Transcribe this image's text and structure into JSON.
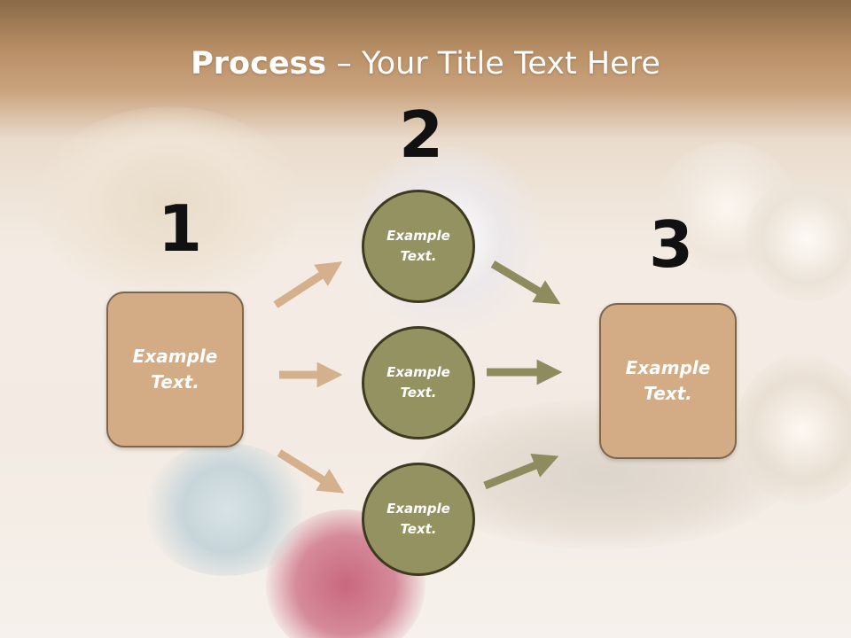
{
  "title": {
    "bold": "Process",
    "rest": " – Your Title Text Here"
  },
  "steps": {
    "n1": "1",
    "n2": "2",
    "n3": "3"
  },
  "left_box": {
    "line1": "Example",
    "line2": "Text."
  },
  "circles": [
    {
      "line1": "Example",
      "line2": "Text."
    },
    {
      "line1": "Example",
      "line2": "Text."
    },
    {
      "line1": "Example",
      "line2": "Text."
    }
  ],
  "right_box": {
    "line1": "Example",
    "line2": "Text."
  },
  "colors": {
    "box_fill": "#d3ab84",
    "circle_fill": "#959262",
    "arrow_tan": "#d4b08c",
    "arrow_olive": "#8e8c5e"
  }
}
